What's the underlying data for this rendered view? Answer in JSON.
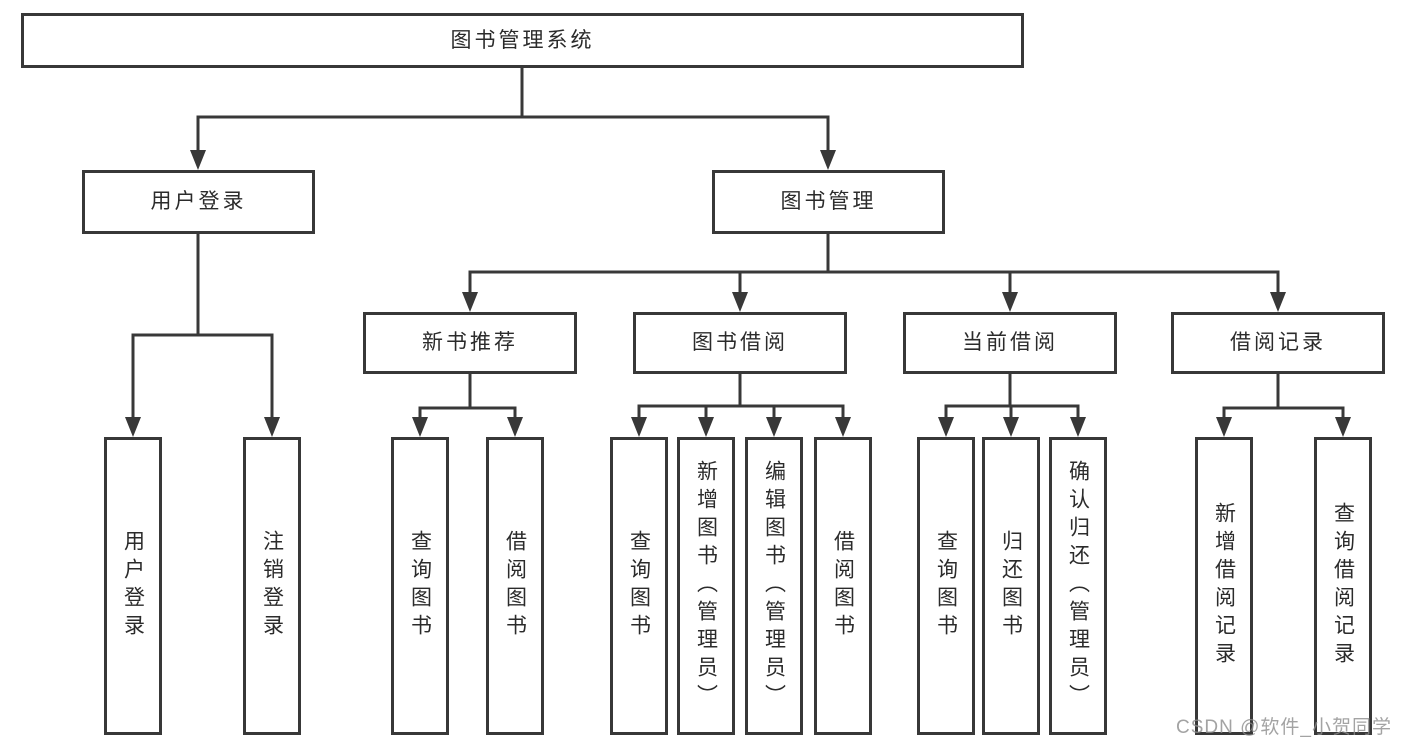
{
  "diagram_title": "图书管理系统",
  "tree": {
    "root": {
      "label": "图书管理系统"
    },
    "level2": [
      {
        "label": "用户登录",
        "children": [
          {
            "label": "用户登录"
          },
          {
            "label": "注销登录"
          }
        ]
      },
      {
        "label": "图书管理",
        "children": [
          {
            "label": "新书推荐",
            "children": [
              {
                "label": "查询图书"
              },
              {
                "label": "借阅图书"
              }
            ]
          },
          {
            "label": "图书借阅",
            "children": [
              {
                "label": "查询图书"
              },
              {
                "label": "新增图书（管理员）"
              },
              {
                "label": "编辑图书（管理员）"
              },
              {
                "label": "借阅图书"
              }
            ]
          },
          {
            "label": "当前借阅",
            "children": [
              {
                "label": "查询图书"
              },
              {
                "label": "归还图书"
              },
              {
                "label": "确认归还（管理员）"
              }
            ]
          },
          {
            "label": "借阅记录",
            "children": [
              {
                "label": "新增借阅记录"
              },
              {
                "label": "查询借阅记录"
              }
            ]
          }
        ]
      }
    ]
  },
  "watermark": "CSDN @软件_小贺同学",
  "colors": {
    "line": "#383838",
    "box_border": "#383838",
    "text": "#2b2b2b",
    "background": "#ffffff",
    "watermark": "#8c8c8c"
  }
}
